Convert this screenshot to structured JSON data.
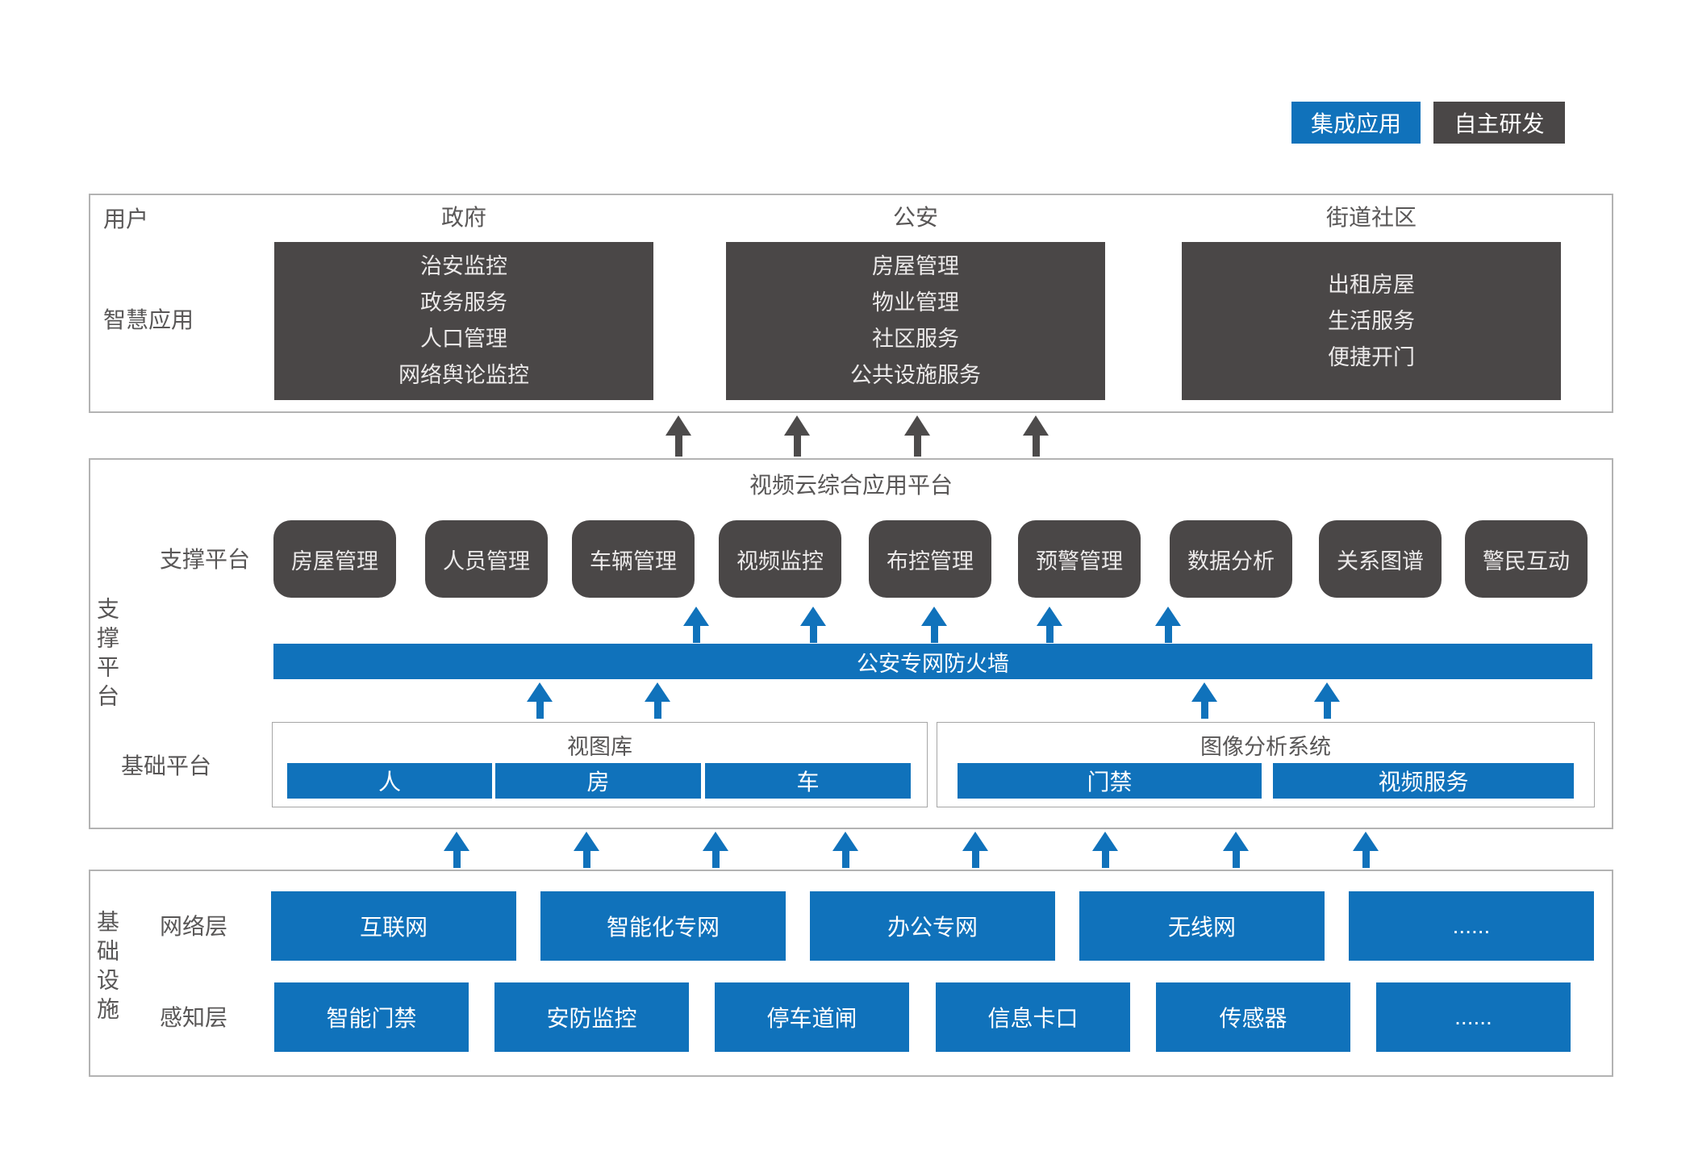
{
  "colors": {
    "blue": "#1072bb",
    "dark": "#4a4747",
    "border": "#b3b3b3",
    "text": "#595757"
  },
  "legend": {
    "integrated": "集成应用",
    "self_developed": "自主研发"
  },
  "user_section": {
    "row_label_user": "用户",
    "row_label_app": "智慧应用",
    "columns": [
      {
        "title": "政府",
        "items": [
          "治安监控",
          "政务服务",
          "人口管理",
          "网络舆论监控"
        ]
      },
      {
        "title": "公安",
        "items": [
          "房屋管理",
          "物业管理",
          "社区服务",
          "公共设施服务"
        ]
      },
      {
        "title": "街道社区",
        "items": [
          "出租房屋",
          "生活服务",
          "便捷开门"
        ]
      }
    ]
  },
  "support_section": {
    "side_label": "支撑平台",
    "title": "视频云综合应用平台",
    "support_row_label": "支撑平台",
    "support_boxes": [
      "房屋管理",
      "人员管理",
      "车辆管理",
      "视频监控",
      "布控管理",
      "预警管理",
      "数据分析",
      "关系图谱",
      "警民互动"
    ],
    "firewall_label": "公安专网防火墙",
    "base_row_label": "基础平台",
    "base_groups": [
      {
        "title": "视图库",
        "items": [
          "人",
          "房",
          "车"
        ]
      },
      {
        "title": "图像分析系统",
        "items": [
          "门禁",
          "视频服务"
        ]
      }
    ]
  },
  "infra_section": {
    "side_label": "基础设施",
    "network_row": {
      "label": "网络层",
      "boxes": [
        "互联网",
        "智能化专网",
        "办公专网",
        "无线网",
        "......"
      ]
    },
    "sensing_row": {
      "label": "感知层",
      "boxes": [
        "智能门禁",
        "安防监控",
        "停车道闸",
        "信息卡口",
        "传感器",
        "......"
      ]
    }
  }
}
